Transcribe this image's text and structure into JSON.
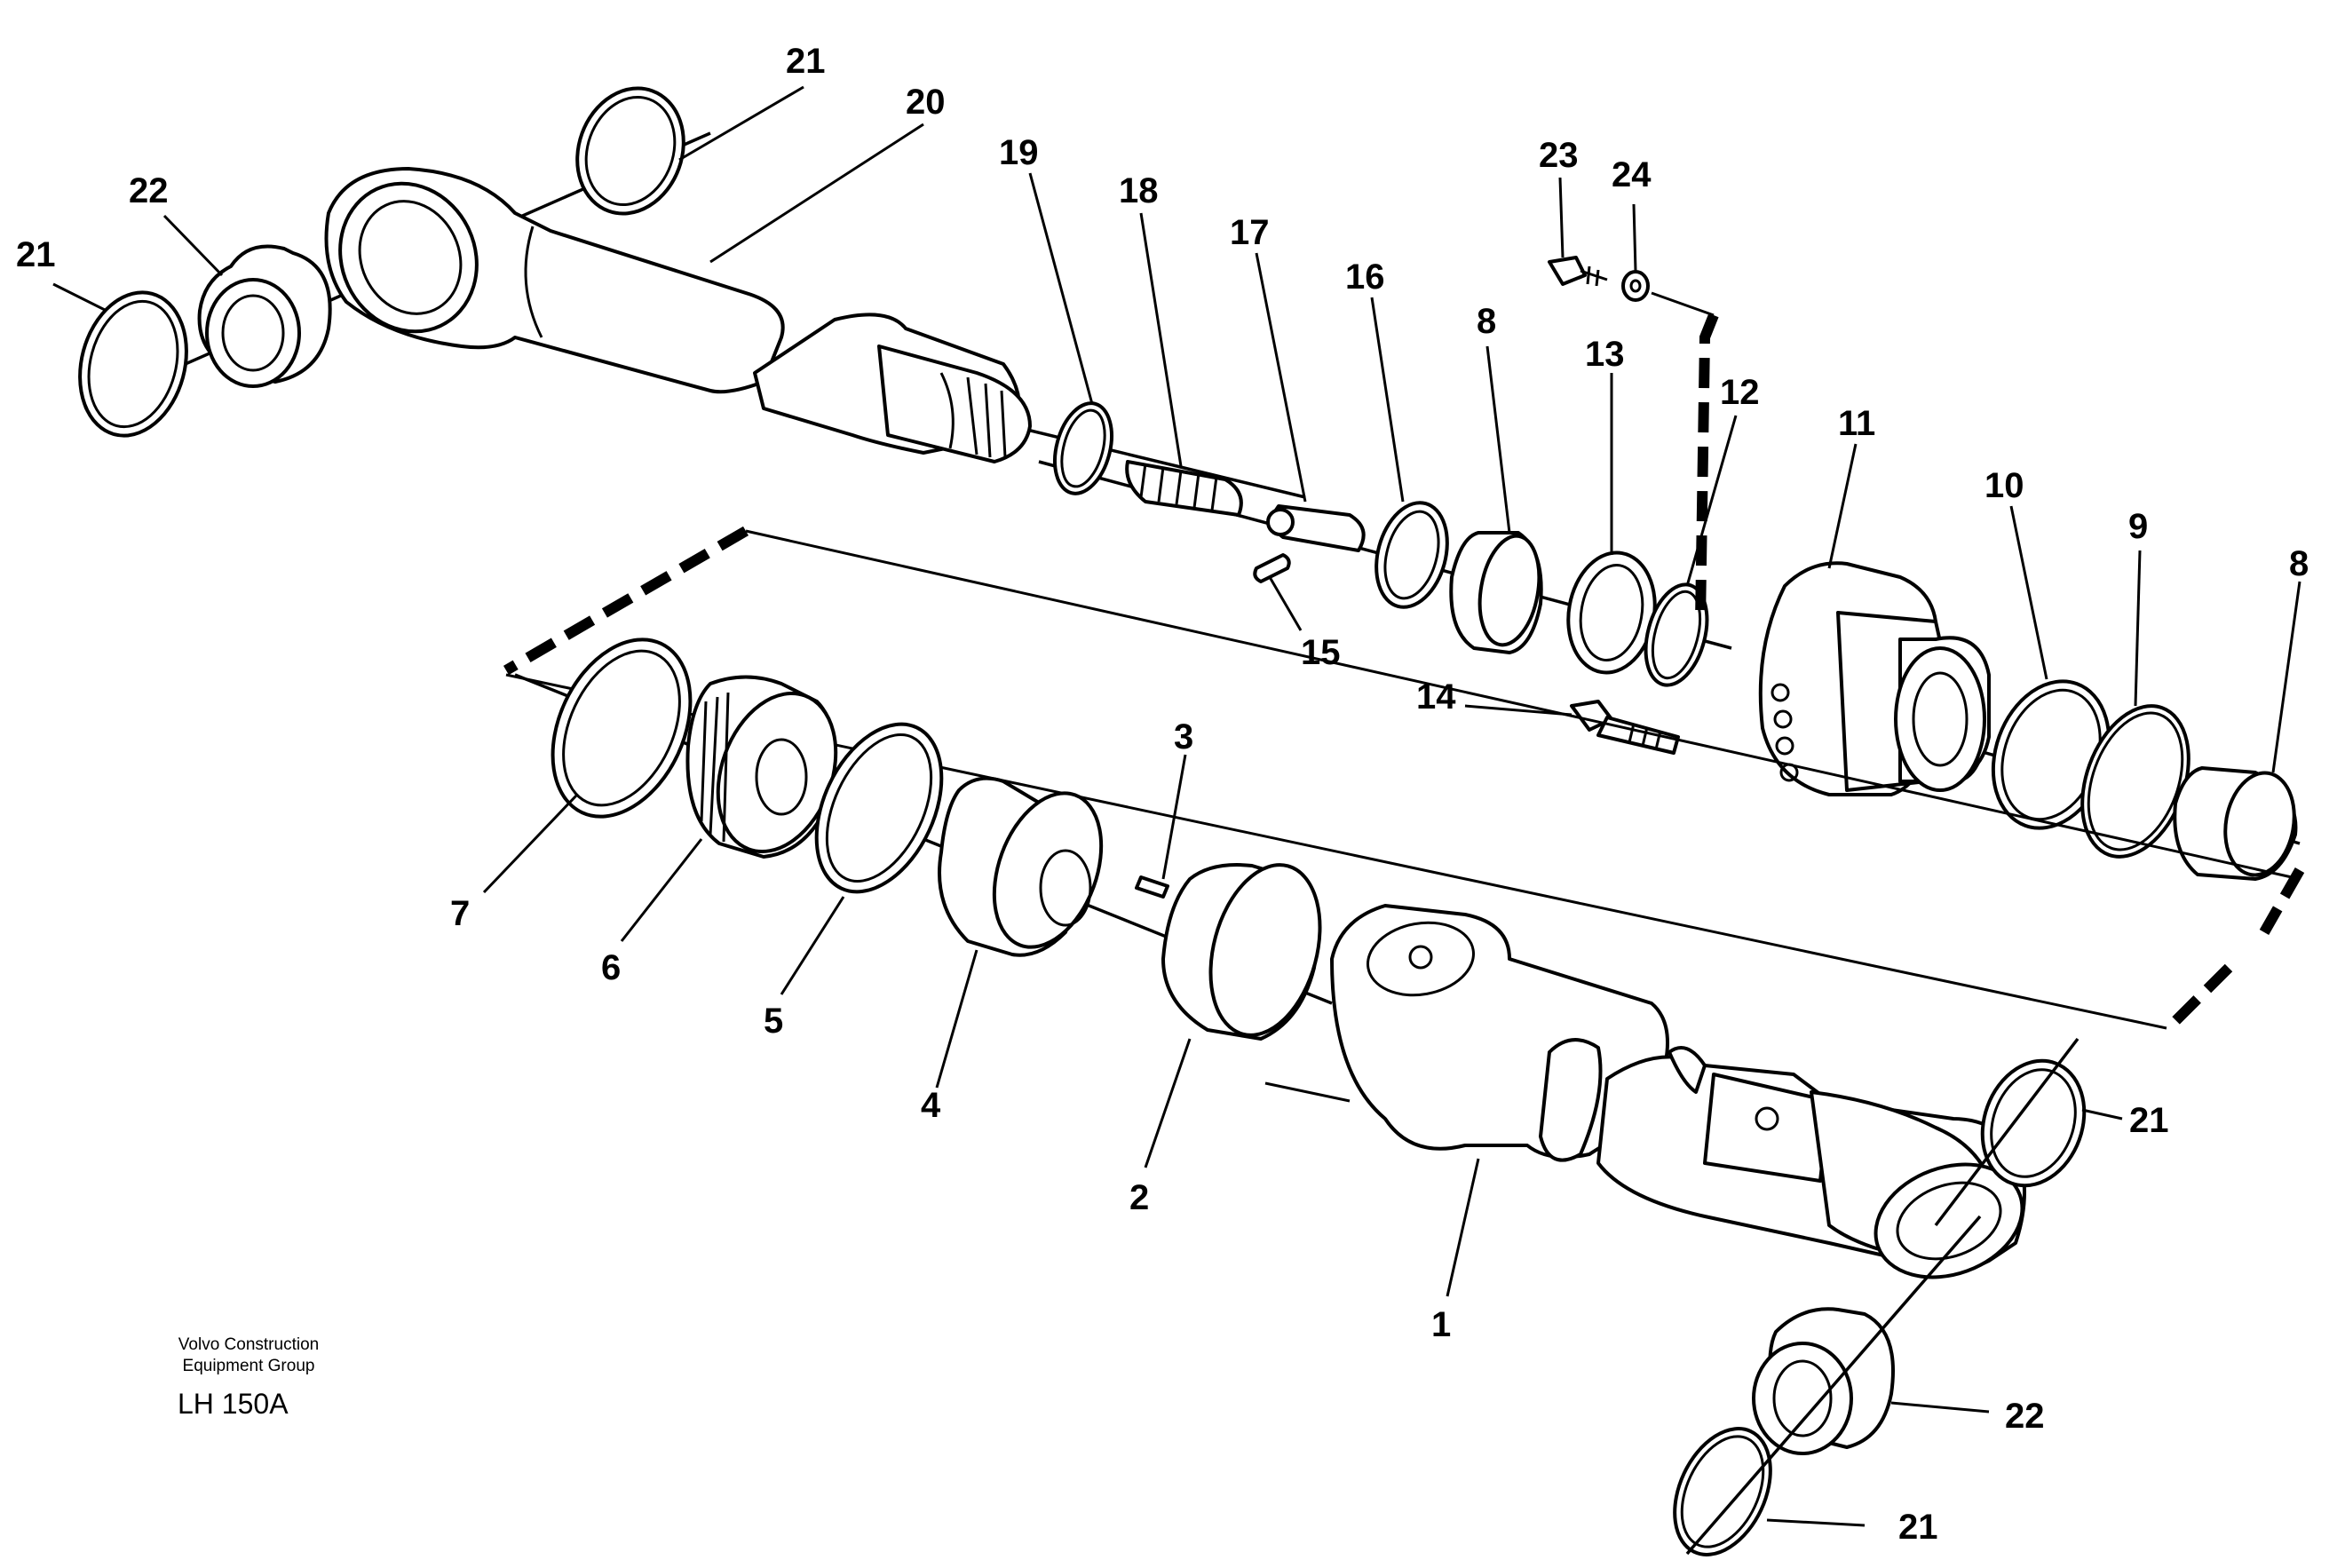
{
  "drawing": {
    "company_line1": "Volvo Construction",
    "company_line2": "Equipment Group",
    "model": "LH 150A"
  },
  "callouts": [
    {
      "id": "c21a",
      "label": "21"
    },
    {
      "id": "c20",
      "label": "20"
    },
    {
      "id": "c22a",
      "label": "22"
    },
    {
      "id": "c21b",
      "label": "21"
    },
    {
      "id": "c19",
      "label": "19"
    },
    {
      "id": "c18",
      "label": "18"
    },
    {
      "id": "c17",
      "label": "17"
    },
    {
      "id": "c16",
      "label": "16"
    },
    {
      "id": "c8a",
      "label": "8"
    },
    {
      "id": "c23",
      "label": "23"
    },
    {
      "id": "c24",
      "label": "24"
    },
    {
      "id": "c13",
      "label": "13"
    },
    {
      "id": "c12",
      "label": "12"
    },
    {
      "id": "c11",
      "label": "11"
    },
    {
      "id": "c10",
      "label": "10"
    },
    {
      "id": "c9",
      "label": "9"
    },
    {
      "id": "c8b",
      "label": "8"
    },
    {
      "id": "c15",
      "label": "15"
    },
    {
      "id": "c14",
      "label": "14"
    },
    {
      "id": "c3",
      "label": "3"
    },
    {
      "id": "c7",
      "label": "7"
    },
    {
      "id": "c6",
      "label": "6"
    },
    {
      "id": "c5",
      "label": "5"
    },
    {
      "id": "c4",
      "label": "4"
    },
    {
      "id": "c2",
      "label": "2"
    },
    {
      "id": "c1",
      "label": "1"
    },
    {
      "id": "c21c",
      "label": "21"
    },
    {
      "id": "c22b",
      "label": "22"
    },
    {
      "id": "c21d",
      "label": "21"
    }
  ]
}
